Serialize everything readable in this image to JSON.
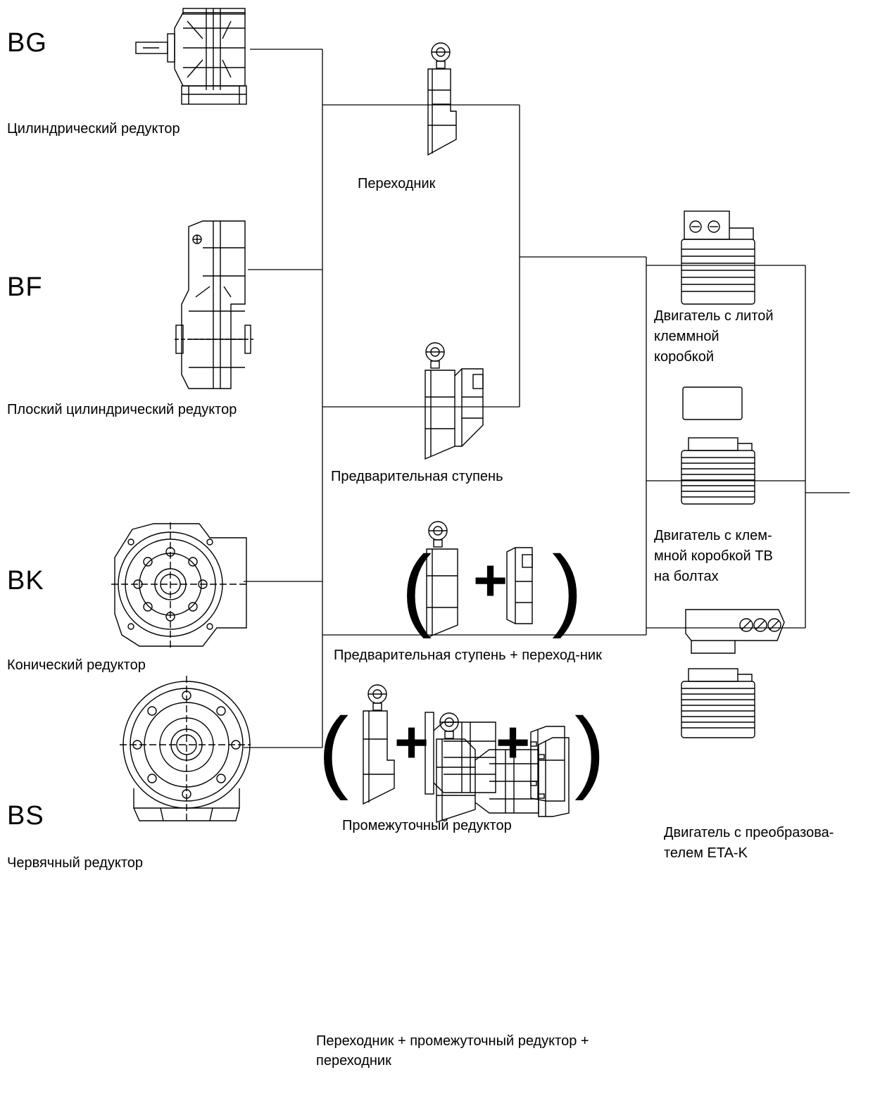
{
  "gearboxes": [
    {
      "code": "BG",
      "caption": "Цилиндрический редуктор"
    },
    {
      "code": "BF",
      "caption": "Плоский цилиндрический редуктор"
    },
    {
      "code": "BK",
      "caption": "Конический редуктор"
    },
    {
      "code": "BS",
      "caption": "Червячный редуктор"
    }
  ],
  "intermediate": {
    "adapter": "Переходник",
    "prestage": "Предварительная ступень",
    "prestage_adapter": "Предварительная ступень + переход-ник",
    "intermediate_gear": "Промежуточный редуктор",
    "adapter_gear_adapter_1": "Переходник + промежуточный редуктор +",
    "adapter_gear_adapter_2": "переходник"
  },
  "motors": {
    "cast_box_1": "Двигатель с литой",
    "cast_box_2": "клеммной",
    "cast_box_3": "коробкой",
    "bolted_box_1": "Двигатель с клем-",
    "bolted_box_2": "мной коробкой TB",
    "bolted_box_3": "на болтах",
    "inverter_1": "Двигатель с преобразова-",
    "inverter_2": "телем ETA-K"
  },
  "symbols": {
    "open": "(",
    "close": ")",
    "plus": "+"
  }
}
